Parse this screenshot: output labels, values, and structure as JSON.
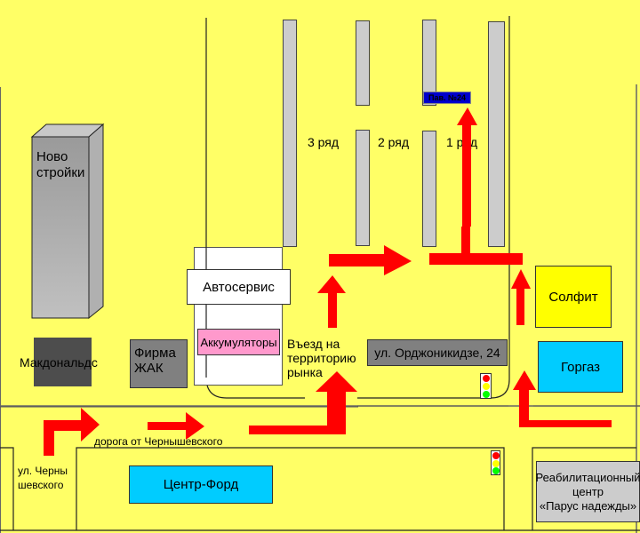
{
  "map": {
    "background_color": "#ffff66",
    "arrow_color": "#ff0000",
    "rows": [
      {
        "id": "row-3",
        "label": "3 ряд"
      },
      {
        "id": "row-2",
        "label": "2 ряд"
      },
      {
        "id": "row-1",
        "label": "1 ряд"
      }
    ],
    "pavilion": {
      "label": "Пав. №24",
      "color": "#0000cc"
    },
    "buildings": {
      "novostroiki": {
        "line1": "Ново",
        "line2": "стройки"
      },
      "mcdonalds": {
        "label": "Макдональдс"
      },
      "firma_zhak": {
        "line1": "Фирма",
        "line2": "ЖАК"
      },
      "autoservice": {
        "label": "Автосервис"
      },
      "batteries": {
        "label": "Аккумуляторы"
      },
      "address": {
        "label": "ул. Орджоникидзе, 24"
      },
      "solfit": {
        "label": "Солфит"
      },
      "gorgaz": {
        "label": "Горгаз"
      },
      "center_ford": {
        "label": "Центр-Форд"
      },
      "rehab": {
        "line1": "Реабилитационный",
        "line2": "центр",
        "line3": "«Парус надежды»"
      }
    },
    "labels": {
      "entrance_line1": "Въезд на",
      "entrance_line2": "территорию",
      "entrance_line3": "рынка",
      "road_from": "дорога от Чернышевского",
      "street_line1": "ул. Черны",
      "street_line2": "шевского"
    },
    "colors": {
      "novostroiki": "#a6a6a6",
      "mcdonalds": "#4d4d4d",
      "firma_zhak": "#808080",
      "autoservice": "#ffffff",
      "batteries": "#ff99cc",
      "address": "#808080",
      "solfit": "#ffff00",
      "gorgaz": "#00ccff",
      "center_ford": "#00ccff",
      "rehab": "#cccccc",
      "row_block": "#cccccc"
    }
  }
}
